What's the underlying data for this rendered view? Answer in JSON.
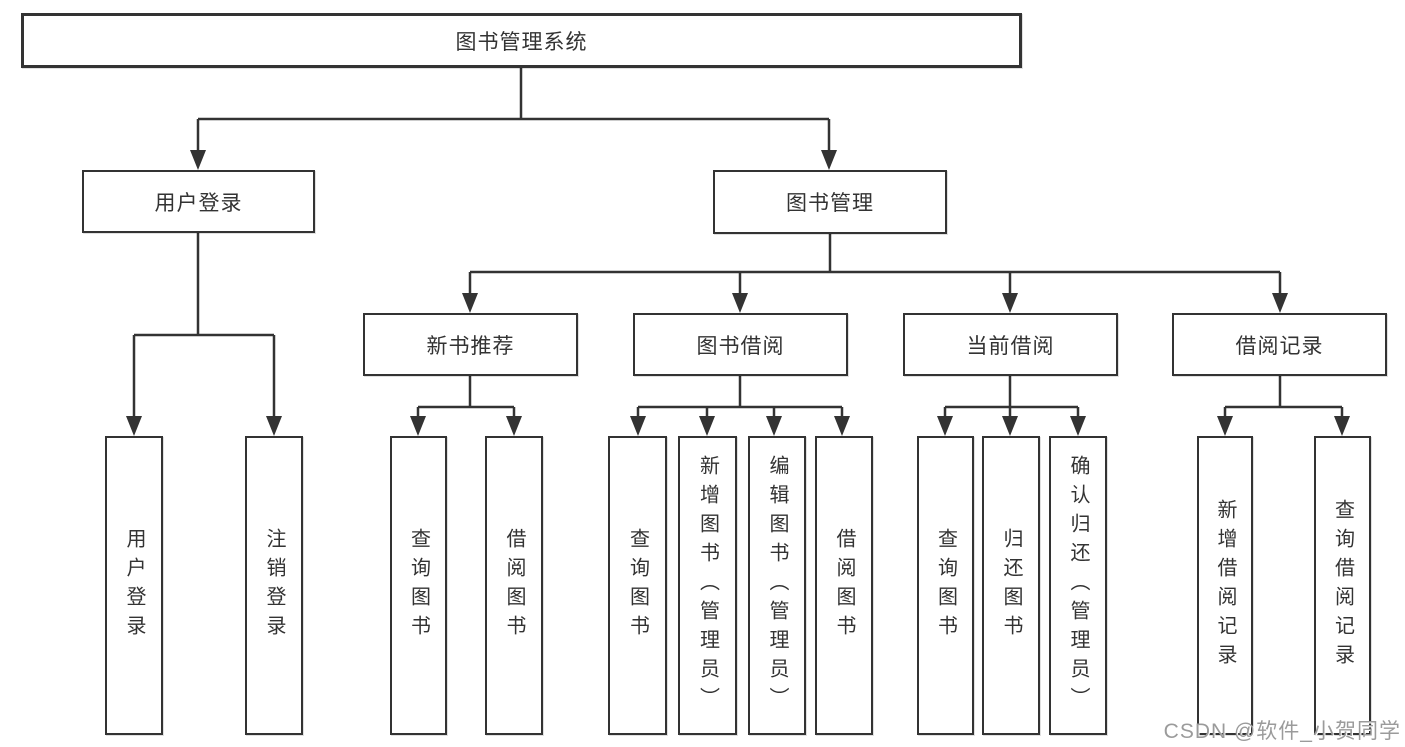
{
  "nodes": {
    "root": {
      "label": "图书管理系统"
    },
    "user_login": {
      "label": "用户登录"
    },
    "book_mgmt": {
      "label": "图书管理"
    },
    "new_book_rec": {
      "label": "新书推荐"
    },
    "book_borrow": {
      "label": "图书借阅"
    },
    "current_borrow": {
      "label": "当前借阅"
    },
    "borrow_records": {
      "label": "借阅记录"
    },
    "leaf_user_login": {
      "label": "用户登录"
    },
    "leaf_logout": {
      "label": "注销登录"
    },
    "leaf_query_book_1": {
      "label": "查询图书"
    },
    "leaf_borrow_book_1": {
      "label": "借阅图书"
    },
    "leaf_query_book_2": {
      "label": "查询图书"
    },
    "leaf_add_book_admin": {
      "label": "新增图书（管理员）"
    },
    "leaf_edit_book_admin": {
      "label": "编辑图书（管理员）"
    },
    "leaf_borrow_book_2": {
      "label": "借阅图书"
    },
    "leaf_query_book_3": {
      "label": "查询图书"
    },
    "leaf_return_book": {
      "label": "归还图书"
    },
    "leaf_confirm_return_admin": {
      "label": "确认归还（管理员）"
    },
    "leaf_add_borrow_record": {
      "label": "新增借阅记录"
    },
    "leaf_query_borrow_record": {
      "label": "查询借阅记录"
    }
  },
  "hierarchy": {
    "图书管理系统": {
      "用户登录": [
        "用户登录",
        "注销登录"
      ],
      "图书管理": {
        "新书推荐": [
          "查询图书",
          "借阅图书"
        ],
        "图书借阅": [
          "查询图书",
          "新增图书（管理员）",
          "编辑图书（管理员）",
          "借阅图书"
        ],
        "当前借阅": [
          "查询图书",
          "归还图书",
          "确认归还（管理员）"
        ],
        "借阅记录": [
          "新增借阅记录",
          "查询借阅记录"
        ]
      }
    }
  },
  "watermark": {
    "text": "CSDN @软件_小贺同学"
  },
  "colors": {
    "line": "#333333",
    "box_border": "#333333",
    "text": "#333333",
    "background": "#ffffff",
    "watermark": "#9b9b9b"
  }
}
